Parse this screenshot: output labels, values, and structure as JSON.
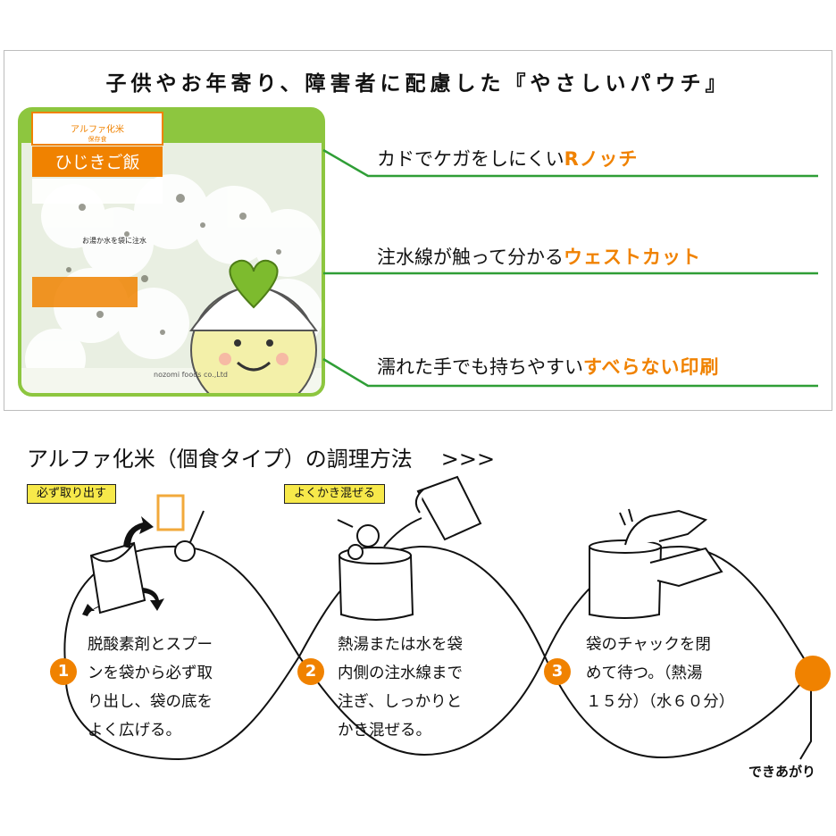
{
  "header": {
    "title": "子供やお年寄り、障害者に配慮した『やさしいパウチ』"
  },
  "pouch": {
    "brand": "アルファ化米",
    "brand_sub": "保存食",
    "product": "ひじきご飯",
    "notice": "お湯か水を袋に注水",
    "maker": "nozomi foods co.,Ltd"
  },
  "features": [
    {
      "text": "カドでケガをしにくい",
      "emphasis": "Rノッチ"
    },
    {
      "text": "注水線が触って分かる",
      "emphasis": "ウェストカット"
    },
    {
      "text": "濡れた手でも持ちやすい",
      "emphasis": "すべらない印刷"
    }
  ],
  "section": {
    "title": "アルファ化米（個食タイプ）の調理方法",
    "arrows": ">>>"
  },
  "tags": {
    "step1": "必ず取り出す",
    "step2": "よくかき混ぜる"
  },
  "steps": [
    {
      "number": "1",
      "lines": [
        "脱酸素剤とスプー",
        "ンを袋から必ず取",
        "り出し、袋の底を",
        "よく広げる。"
      ]
    },
    {
      "number": "2",
      "lines": [
        "熱湯または水を袋",
        "内側の注水線まで",
        "注ぎ、しっかりと",
        "かき混ぜる。"
      ]
    },
    {
      "number": "3",
      "lines": [
        "袋のチャックを閉",
        "めて待つ。（熱湯",
        "１５分）（水６０分）"
      ]
    }
  ],
  "done_label": "できあがり",
  "colors": {
    "accent": "#f08200",
    "green": "#8dc63f",
    "tag": "#f7e94a"
  }
}
